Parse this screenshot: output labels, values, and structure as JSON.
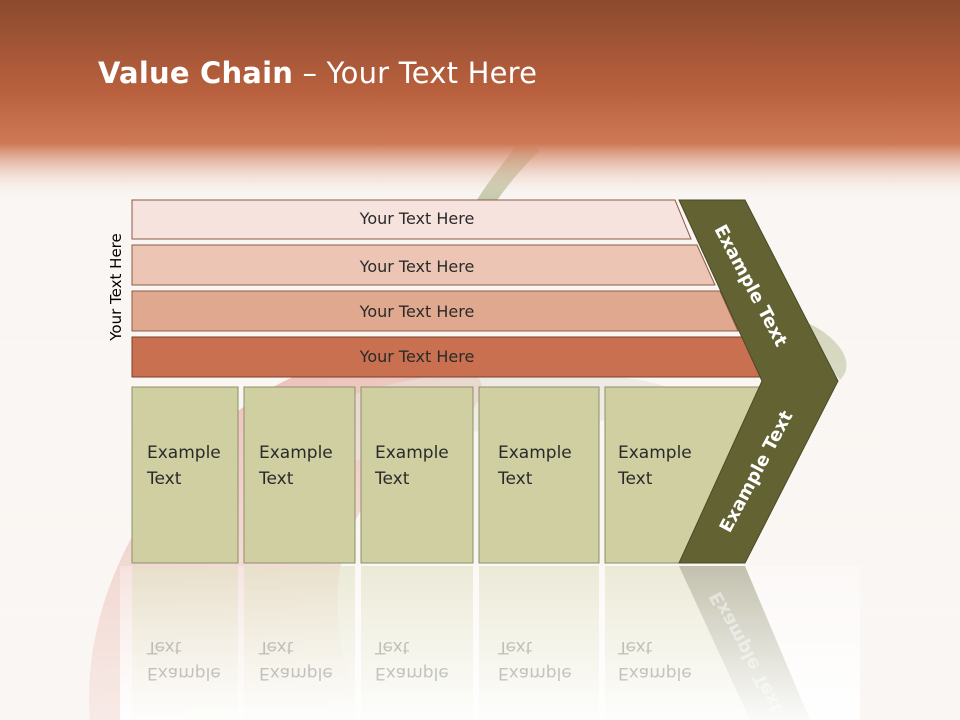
{
  "slide": {
    "title_bold": "Value Chain",
    "title_rest": " – Your Text Here",
    "side_label": "Your Text Here"
  },
  "rows": [
    {
      "label": "Your Text Here",
      "color": "#f6e3dd"
    },
    {
      "label": "Your Text Here",
      "color": "#ecc5b5"
    },
    {
      "label": "Your Text Here",
      "color": "#e0a98f"
    },
    {
      "label": "Your Text Here",
      "color": "#c8704f"
    }
  ],
  "columns": [
    {
      "label": "Example\nText"
    },
    {
      "label": "Example\nText"
    },
    {
      "label": "Example\nText"
    },
    {
      "label": "Example\nText"
    },
    {
      "label": "Example\nText"
    }
  ],
  "chevron": {
    "upper_label": "Example Text",
    "lower_label": "Example Text",
    "color": "#636233"
  },
  "colors": {
    "header": "#b8603e",
    "column_fill": "#cfcfa1",
    "background": "#faf6f3"
  }
}
